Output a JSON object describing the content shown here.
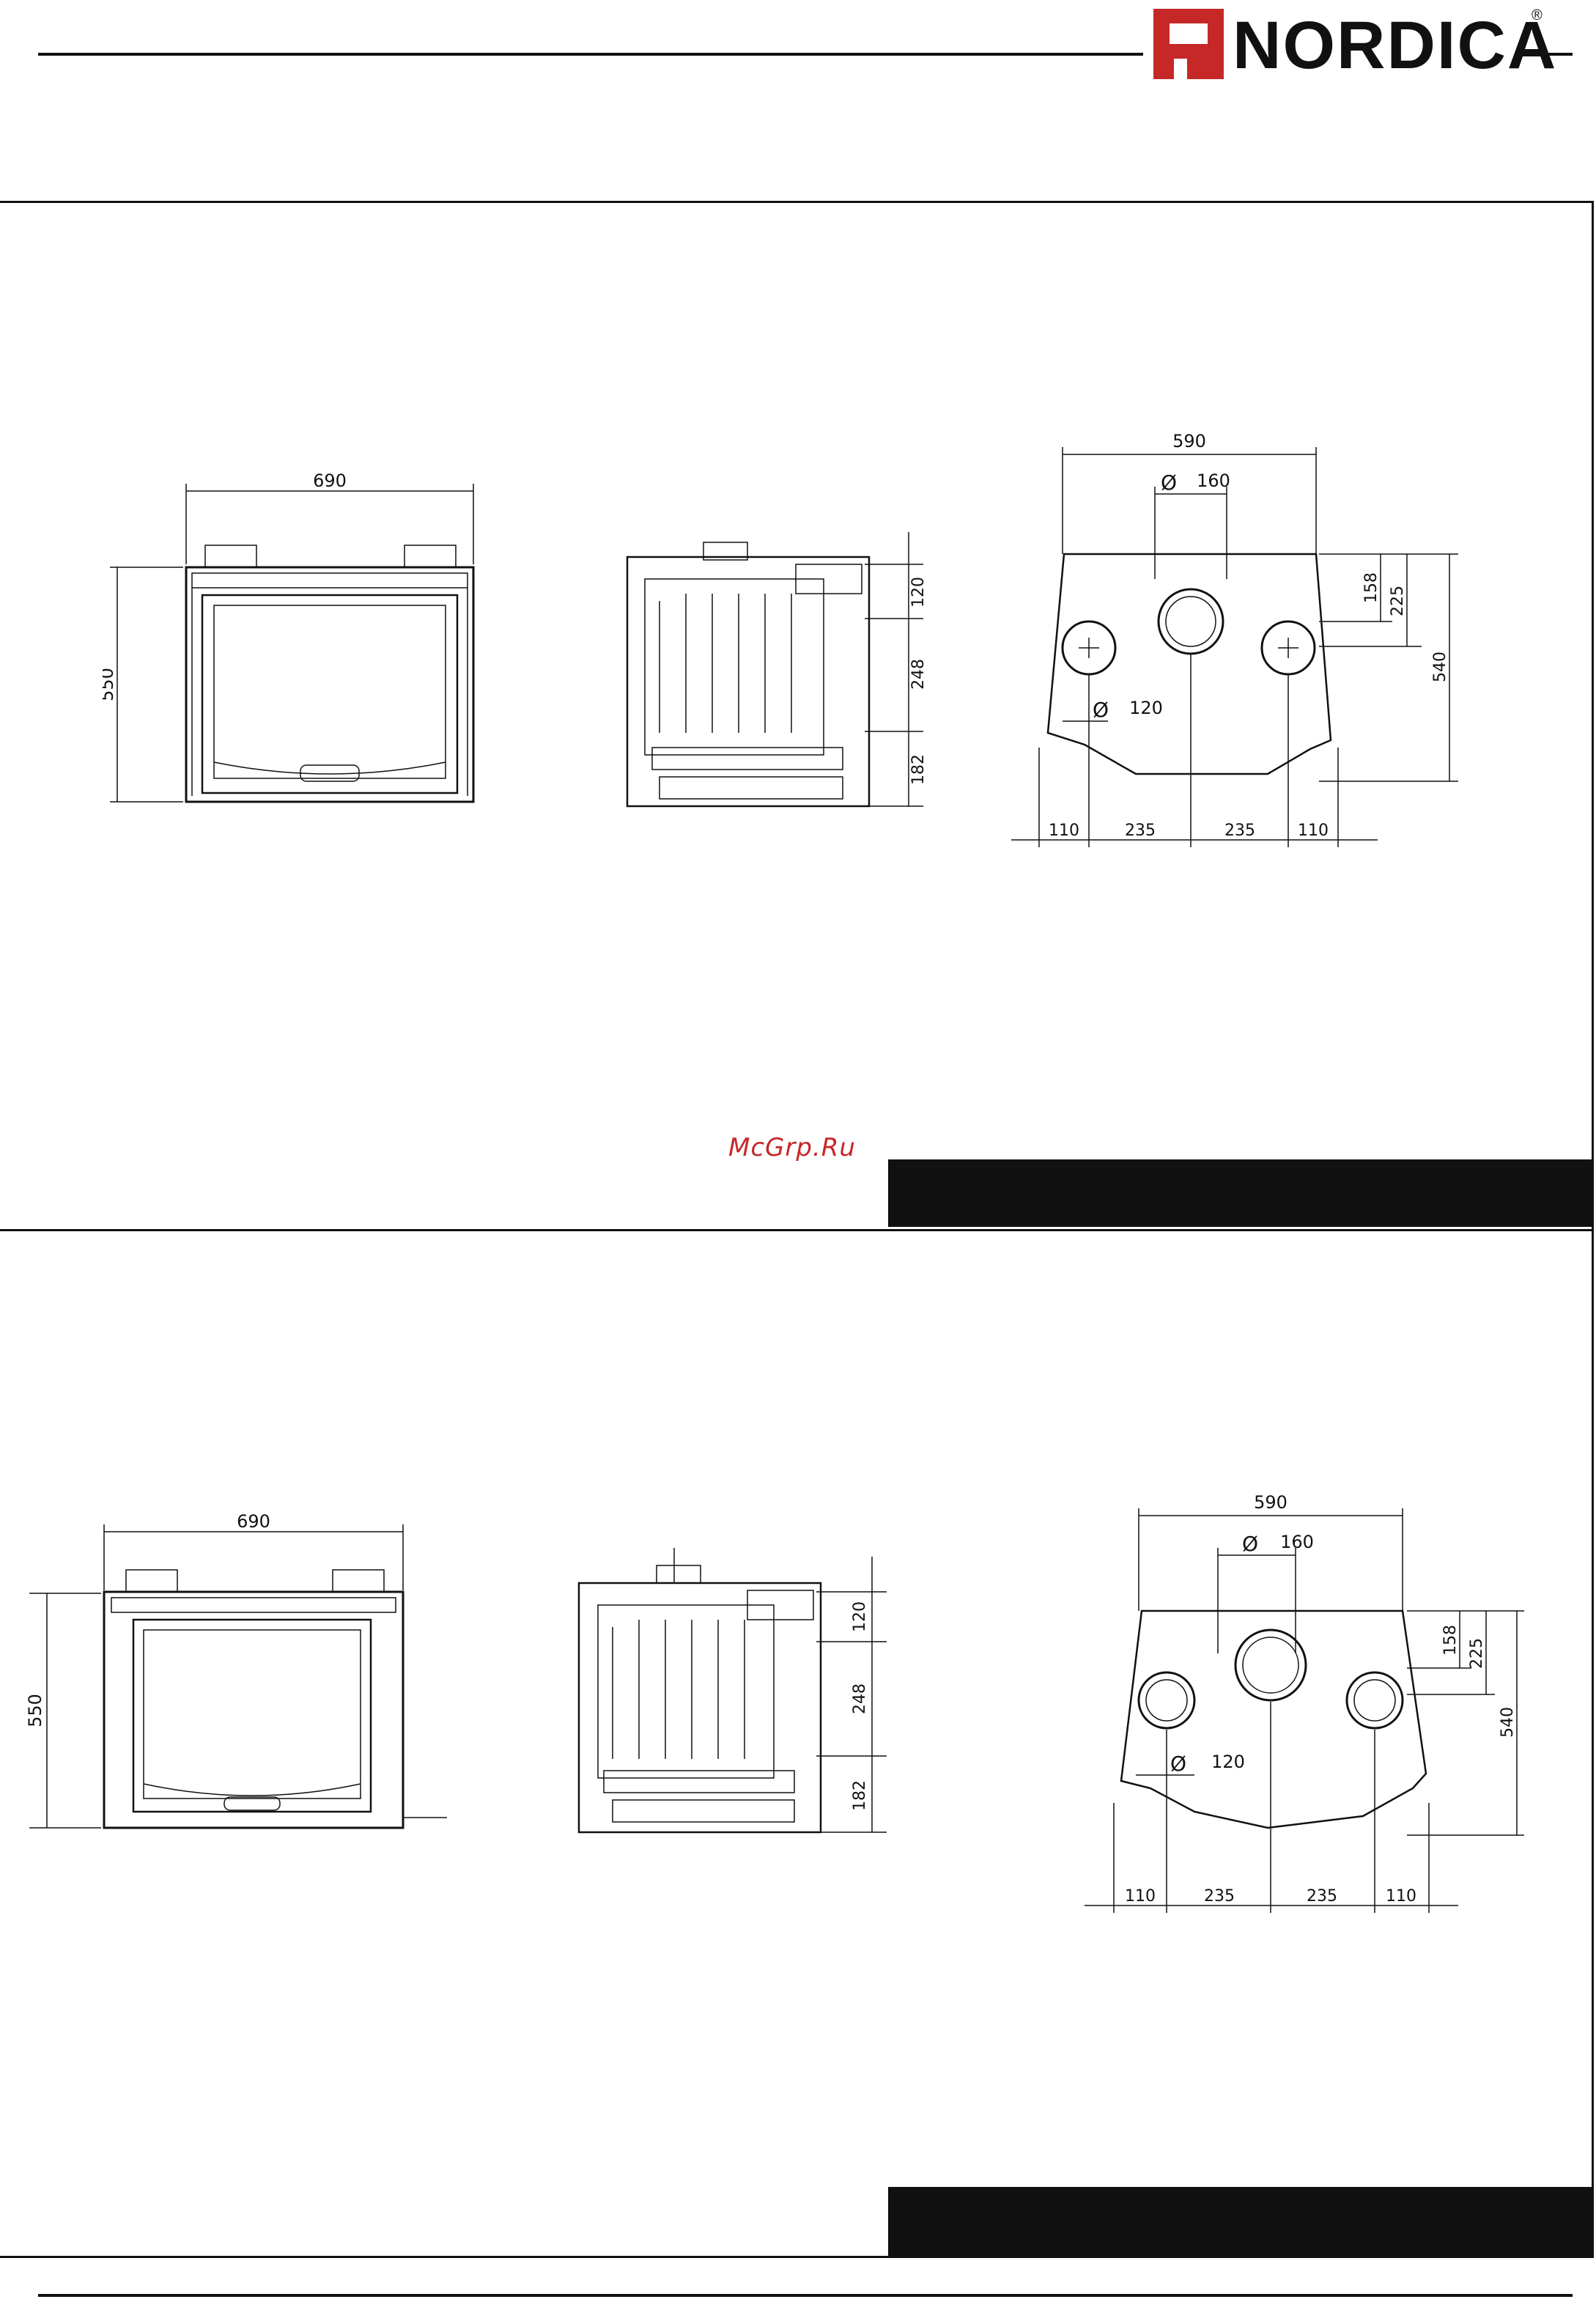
{
  "header": {
    "brand": "NORDICA",
    "registered": "®"
  },
  "watermark": "McGrp.Ru",
  "colors": {
    "brand_red": "#c62828",
    "line": "#111111",
    "band": "#111111"
  },
  "sections": [
    {
      "front": {
        "width": "690",
        "height": "550"
      },
      "side": {
        "dims": [
          "120",
          "248",
          "182"
        ]
      },
      "top": {
        "width": "590",
        "pipe_center": "160",
        "pipe_side": "120",
        "right_dims": [
          "158",
          "225",
          "540"
        ],
        "bottom_dims": [
          "110",
          "235",
          "235",
          "110"
        ]
      },
      "diam": "Ø"
    },
    {
      "front": {
        "width": "690",
        "height": "550"
      },
      "side": {
        "dims": [
          "120",
          "248",
          "182"
        ]
      },
      "top": {
        "width": "590",
        "pipe_center": "160",
        "pipe_side": "120",
        "right_dims": [
          "158",
          "225",
          "540"
        ],
        "bottom_dims": [
          "110",
          "235",
          "235",
          "110"
        ]
      },
      "diam": "Ø"
    }
  ]
}
